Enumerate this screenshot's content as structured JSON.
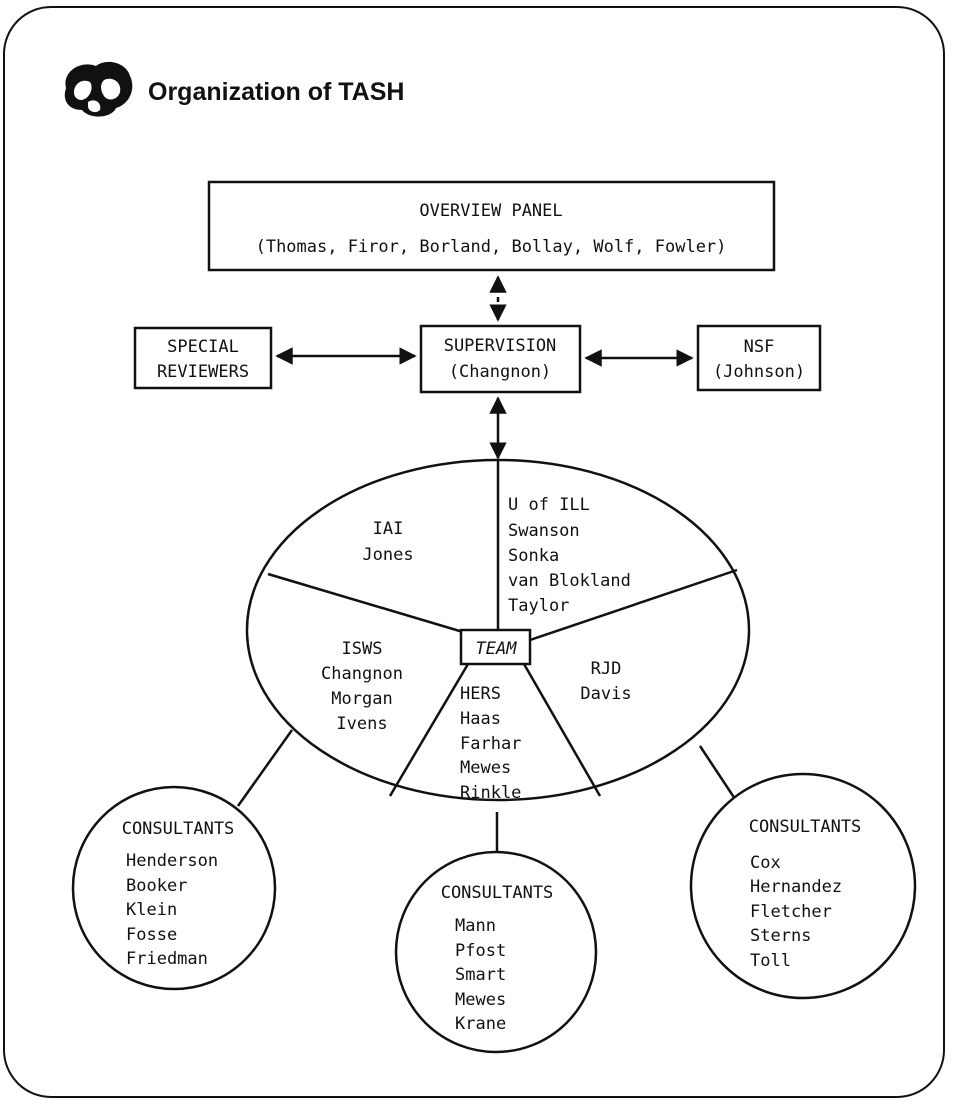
{
  "title": "Organization of TASH",
  "overview_panel": {
    "heading": "OVERVIEW PANEL",
    "members": "(Thomas, Firor, Borland, Bollay, Wolf, Fowler)"
  },
  "special_reviewers": {
    "line1": "SPECIAL",
    "line2": "REVIEWERS"
  },
  "supervision": {
    "line1": "SUPERVISION",
    "line2": "(Changnon)"
  },
  "nsf": {
    "line1": "NSF",
    "line2": "(Johnson)"
  },
  "team": {
    "label": "TEAM",
    "iai": [
      "IAI",
      "Jones"
    ],
    "u_of_ill": [
      "U of ILL",
      "Swanson",
      "Sonka",
      "van Blokland",
      "Taylor"
    ],
    "isws": [
      "ISWS",
      "Changnon",
      "Morgan",
      "Ivens"
    ],
    "hers": [
      "HERS",
      "Haas",
      "Farhar",
      "Mewes",
      "Rinkle"
    ],
    "rjd": [
      "RJD",
      "Davis"
    ]
  },
  "consultants_left": {
    "heading": "CONSULTANTS",
    "names": [
      "Henderson",
      "Booker",
      "Klein",
      "Fosse",
      "Friedman"
    ]
  },
  "consultants_center": {
    "heading": "CONSULTANTS",
    "names": [
      "Mann",
      "Pfost",
      "Smart",
      "Mewes",
      "Krane"
    ]
  },
  "consultants_right": {
    "heading": "CONSULTANTS",
    "names": [
      "Cox",
      "Hernandez",
      "Fletcher",
      "Sterns",
      "Toll"
    ]
  }
}
